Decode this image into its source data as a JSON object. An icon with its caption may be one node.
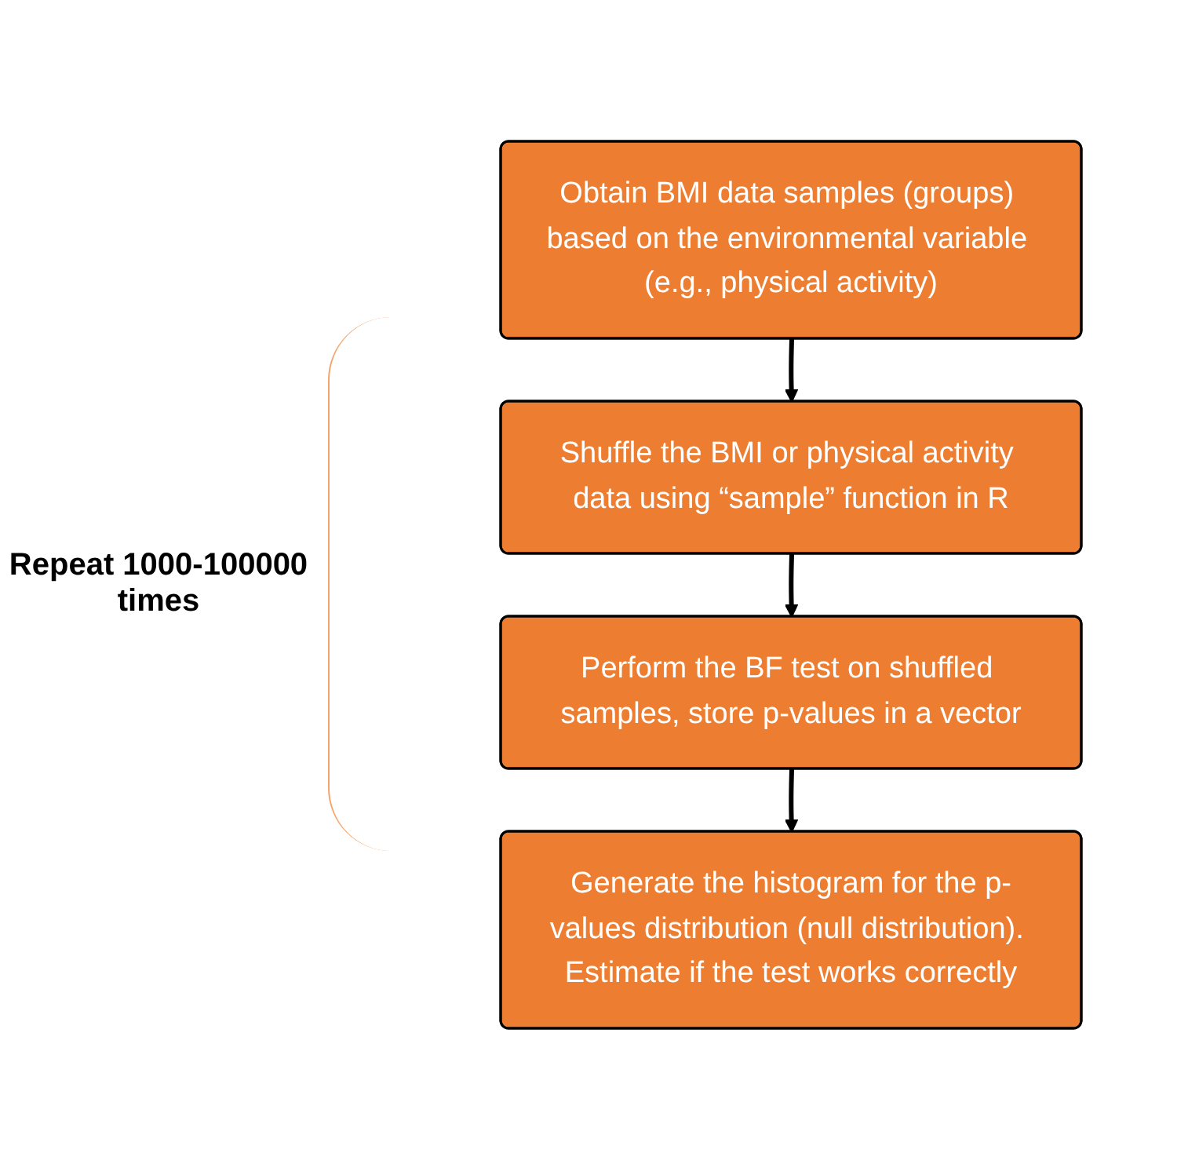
{
  "diagram": {
    "nodes": [
      {
        "text": [
          "Obtain BMI data samples (groups) based on the environmental variable (e.g., physical activity)"
        ]
      },
      {
        "text": [
          "Shuffle the BMI or physical activity data using “sample” function in R"
        ]
      },
      {
        "text": [
          "Perform the BF test on shuffled samples, store p-values in a vector"
        ]
      },
      {
        "text": [
          "Generate the histogram for the p-values distribution (null distribution). Estimate if the test works correctly"
        ]
      }
    ],
    "edges": [
      {
        "from": 0,
        "to": 1,
        "arrow": "to"
      },
      {
        "from": 1,
        "to": 2,
        "arrow": "to"
      },
      {
        "from": 2,
        "to": 3,
        "arrow": "to"
      }
    ],
    "labels": [
      "Repeat 1000-100000 times"
    ]
  }
}
